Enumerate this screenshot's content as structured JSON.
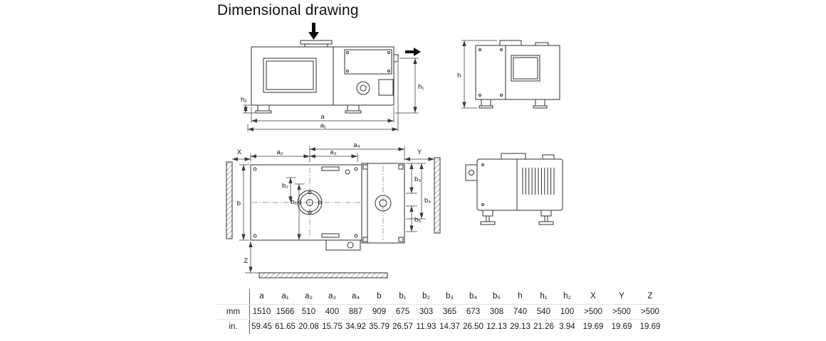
{
  "page": {
    "title": "Dimensional drawing"
  },
  "labels": {
    "a": "a",
    "a1": "a₁",
    "a2": "a₂",
    "a3": "a₃",
    "a4": "a₄",
    "b": "b",
    "b1": "b₁",
    "b2": "b₂",
    "b3": "b₃",
    "b4": "b₄",
    "b5": "b₅",
    "h": "h",
    "h1": "h₁",
    "h2": "h₂",
    "X": "X",
    "Y": "Y",
    "Z": "Z"
  },
  "table": {
    "headers": [
      "a",
      "a₁",
      "a₂",
      "a₃",
      "a₄",
      "b",
      "b₁",
      "b₂",
      "b₃",
      "b₄",
      "b₅",
      "h",
      "h₁",
      "h₂",
      "X",
      "Y",
      "Z"
    ],
    "rows": [
      {
        "unit": "mm",
        "values": [
          "1510",
          "1566",
          "510",
          "400",
          "887",
          "909",
          "675",
          "303",
          "365",
          "673",
          "308",
          "740",
          "540",
          "100",
          ">500",
          ">500",
          ">500"
        ]
      },
      {
        "unit": "in.",
        "values": [
          "59.45",
          "61.65",
          "20.08",
          "15.75",
          "34.92",
          "35.79",
          "26.57",
          "11.93",
          "14.37",
          "26.50",
          "12.13",
          "29.13",
          "21.26",
          "3.94",
          "19.69",
          "19.69",
          "19.69"
        ]
      }
    ]
  }
}
